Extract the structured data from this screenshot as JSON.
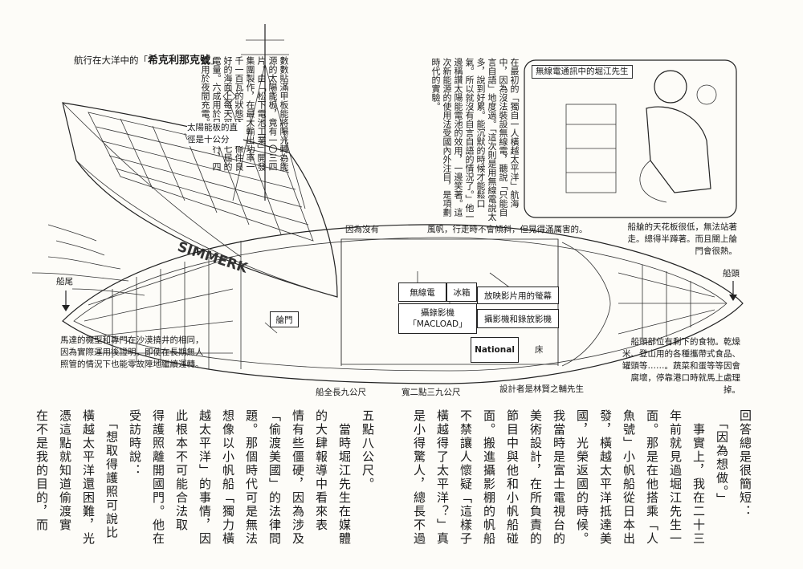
{
  "top": {
    "title_prefix": "航行在大洋中的「",
    "title_boat": "希克利那克號",
    "title_suffix": "」",
    "panel_text": "數數貼滿甲板能將陽光轉為能源的太陽能板，竟有一〇三四片。由「松下電池工業」開發集團製作，在最大輸出功率一千一百瓦的狀態下，在條件良好的海面上每天可產生七屆的電量。六成用於日夜航行，四成用於夜間充電。",
    "solar_label": "太陽能板的直徑是十公分",
    "radio_text": "在最初的「獨自一人橫越太平洋」航海中，因為沒法裝設無線電，聽說「只能自言自語」地度過。「這次則是用無線電說太多，說到好累。能沉默的時候才能鬆口氣。所以就沒有自言自語的情況了。」他一邊稱讚太陽能電池的效用，一邊笑著。這次新能源的使用法受國內外注目，是項劃時代的實驗。",
    "radio_photo_caption": "無線電通訊中的堀江先生",
    "boat_name_painted": "SIMMERK"
  },
  "cross_section": {
    "top_note_1": "因為沒有",
    "top_note_2": "風帆，行走時不會傾斜，但晃得滿厲害的。",
    "stern": "船尾",
    "bow": "船頭",
    "radio": "無線電",
    "fridge": "冰箱",
    "monitor": "放映影片用的螢幕",
    "camera": "攝錄影機",
    "camera_brand": "「MACLOAD」",
    "video_player": "攝影機和錄放影機",
    "hatch": "艙門",
    "bed": "床",
    "length": "船全長九公尺",
    "width": "寬二點三九公尺",
    "designer": "設計者是林賢之輔先生",
    "national_label": "National",
    "ceiling_note": "船艙的天花板很低，無法站著走。總得半蹲著。而且關上艙門會很熱。",
    "motor_note": "馬達的機型和專門在沙漠撓井的相同，因為實際運用後證明，即使在長期無人照管的情況下也能零故障地繼續運轉。",
    "food_note": "船頭部位有剩下的食物。乾燥米、登山用的各種攜帶式食品、罐頭等……。蔬菜和蛋等等因會腐壞，停靠港口時就馬上處理掉。"
  },
  "bottom_left": {
    "columns": [
      "五點八公尺。",
      "　當時堀江先生在媒體",
      "的大肆報導中看來表",
      "情有些僵硬，因為涉及",
      "「偷渡美國」的法律問",
      "題。那個時代可是無法",
      "想像以小帆船「獨力橫",
      "越太平洋」的事情，因",
      "此根本不可能合法取",
      "得護照離開國門。他在",
      "受訪時說：",
      "　「想取得護照可說比",
      "橫越太平洋還困難，光",
      "憑這點就知道偷渡實",
      "在不是我的目的，而"
    ]
  },
  "bottom_right": {
    "columns": [
      "回答總是很簡短：",
      "　「因為想做。」",
      "　事實上，我在二十三",
      "年前就見過堀江先生一",
      "面。那是在他搭乘「人",
      "魚號」小帆船從日本出",
      "發，橫越太平洋抵達美",
      "國，光榮返國的時候。",
      "我當時是富士電視台的",
      "美術設計，在所負責的",
      "節目中與他和小帆船碰",
      "面。搬進攝影棚的帆船",
      "不禁讓人懷疑「這樣子",
      "橫越得了太平洋？」真",
      "是小得驚人，總長不過"
    ]
  }
}
